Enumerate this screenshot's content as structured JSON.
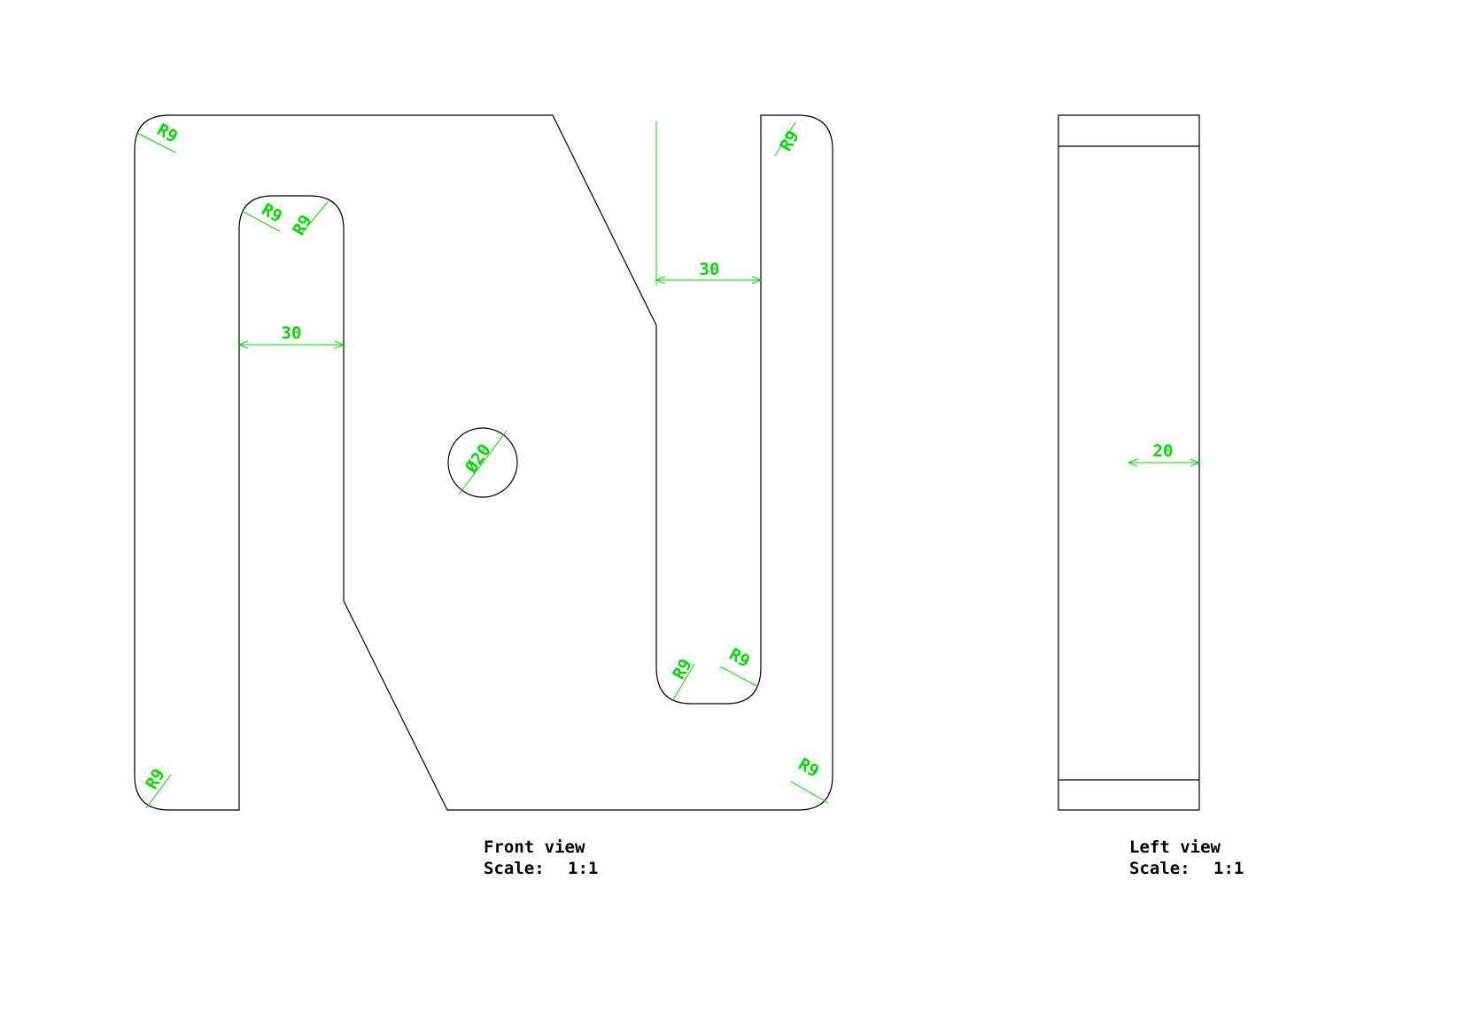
{
  "colors": {
    "background": "#ffffff",
    "outline": "#000000",
    "dimension": "#00dd00"
  },
  "views": {
    "front": {
      "title": "Front view",
      "scale_label": "Scale:",
      "scale_value": "1:1"
    },
    "left": {
      "title": "Left view",
      "scale_label": "Scale:",
      "scale_value": "1:1"
    }
  },
  "dimensions": {
    "radius_label": "R9",
    "slot_width_left": "30",
    "slot_width_right": "30",
    "hole_diameter": "Ø20",
    "thickness": "20"
  }
}
